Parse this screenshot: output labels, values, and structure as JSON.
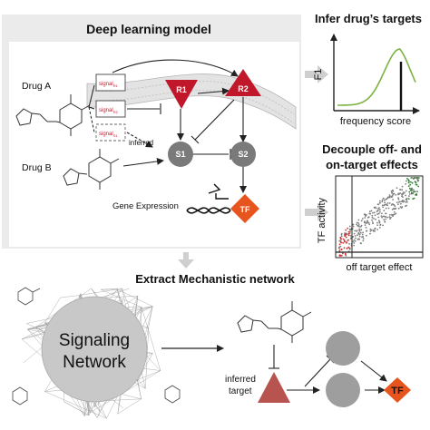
{
  "panels": {
    "deep_learning_model": {
      "title": "Deep learning model"
    },
    "infer_targets": {
      "title": "Infer drug’s targets",
      "ylabel": "F1",
      "xlabel": "frequency score"
    },
    "decouple": {
      "title_line1": "Decouple off- and",
      "title_line2": "on-target effects",
      "ylabel": "TF activity",
      "xlabel": "off target effect"
    },
    "mechanistic_network": {
      "title": "Extract Mechanistic network"
    }
  },
  "diagram": {
    "drug_a": "Drug A",
    "drug_b": "Drug B",
    "signal_label": "signal",
    "signal_sub_1": "R1",
    "signal_sub_2": "R2",
    "signal_sub_3": "S1",
    "inferred": "inferred",
    "nodes": {
      "r1": "R1",
      "r2": "R2",
      "s1": "S1",
      "s2": "S2",
      "tf": "TF"
    },
    "gene_expression": "Gene Expression"
  },
  "network": {
    "line1": "Signaling",
    "line2": "Network",
    "inferred_target_line1": "inferred",
    "inferred_target_line2": "target",
    "tf": "TF"
  },
  "colors": {
    "panel_bg": "#ebebeb",
    "node_red": "#c0182a",
    "node_gray": "#7a7a7a",
    "tf_orange": "#e8541e",
    "target_brown": "#b85450",
    "curve_green": "#7cb342",
    "scatter_gray": "#7d7d7d",
    "scatter_red": "#d32f2f",
    "scatter_green": "#2e7d32"
  }
}
